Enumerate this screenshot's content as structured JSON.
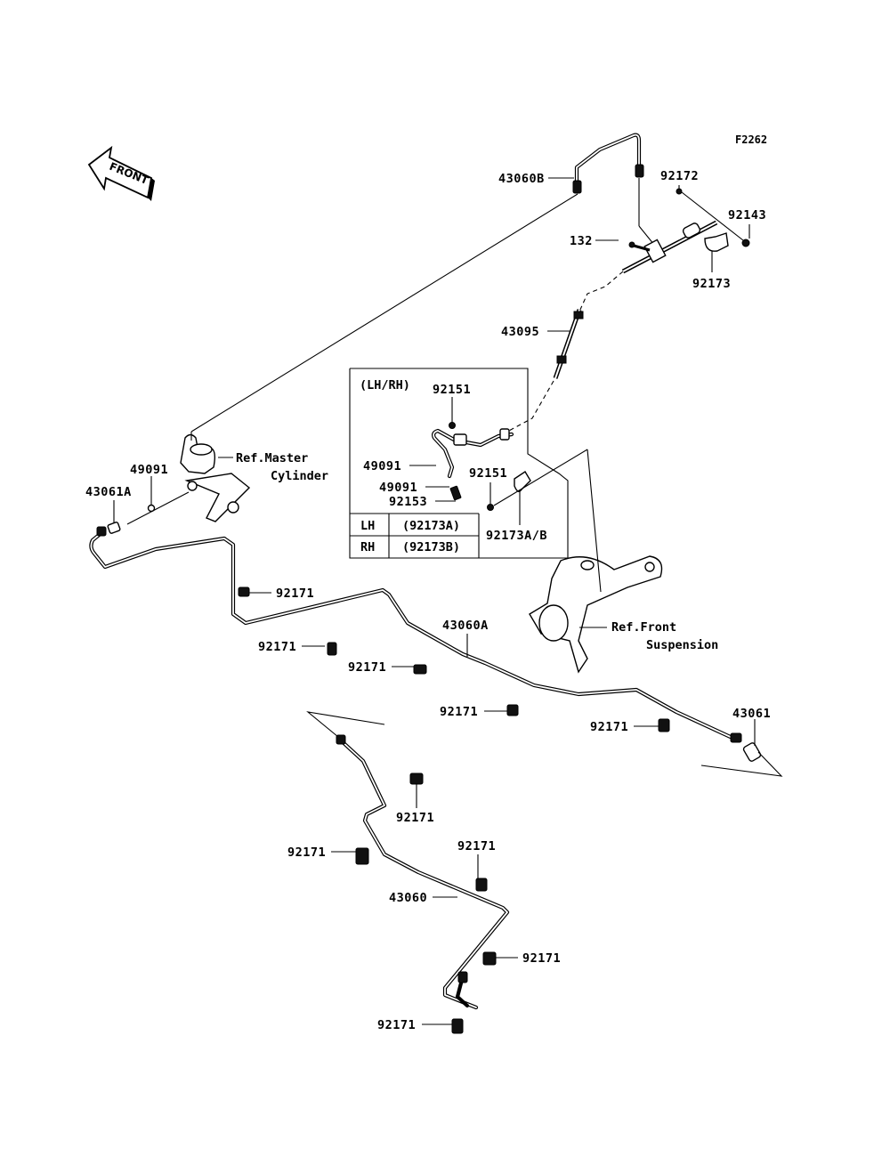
{
  "diagram": {
    "figure_code": "F2262",
    "front_indicator": "FRONT",
    "inset": {
      "title": "(LH/RH)",
      "table": [
        {
          "side": "LH",
          "part": "(92173A)"
        },
        {
          "side": "RH",
          "part": "(92173B)"
        }
      ]
    },
    "references": {
      "master_cylinder_line1": "Ref.Master",
      "master_cylinder_line2": "Cylinder",
      "front_suspension_line1": "Ref.Front",
      "front_suspension_line2": "Suspension"
    },
    "labels": {
      "p43060B": "43060B",
      "p92172": "92172",
      "p92143": "92143",
      "p132": "132",
      "p92173": "92173",
      "p43095": "43095",
      "p92151_a": "92151",
      "p92151_b": "92151",
      "p49091_inset_a": "49091",
      "p49091_inset_b": "49091",
      "p92153": "92153",
      "p92173AB": "92173A/B",
      "p49091": "49091",
      "p43061A": "43061A",
      "p92171_1": "92171",
      "p92171_2": "92171",
      "p92171_3": "92171",
      "p43060A": "43060A",
      "p92171_4": "92171",
      "p92171_5": "92171",
      "p43061": "43061",
      "p92171_6": "92171",
      "p92171_7": "92171",
      "p92171_8": "92171",
      "p43060": "43060",
      "p92171_9": "92171",
      "p92171_10": "92171"
    }
  }
}
